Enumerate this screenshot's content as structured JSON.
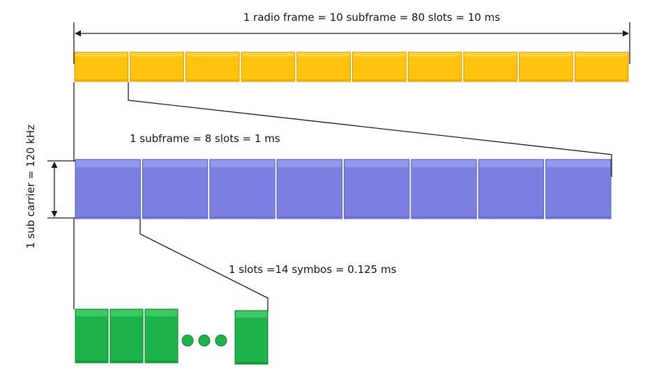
{
  "labels": {
    "radio_frame": "1 radio frame = 10 subframe = 80 slots = 10 ms",
    "subframe": "1 subframe = 8 slots = 1 ms",
    "slot": "1 slots =14 symbos = 0.125 ms",
    "subcarrier": "1 sub carrier = 120 kHz"
  },
  "counts": {
    "radio_frame_subframes": 10,
    "subframe_slots": 8,
    "slot_symbols_drawn_before_ellipsis": 3,
    "slot_symbols_drawn_after_ellipsis": 1,
    "ellipsis_dots": 3
  },
  "colors": {
    "subframe_fill": "#FFC20E",
    "subframe_top": "#FFD84A",
    "subframe_edge": "#D99A00",
    "slot_fill": "#7B7FE0",
    "slot_top": "#9A9DEB",
    "slot_edge": "#5A5EC0",
    "symbol_fill": "#1DB34A",
    "symbol_top": "#45CC6A",
    "symbol_edge": "#0E7F30",
    "dot_fill": "#23B14D",
    "line": "#1A1A1A",
    "text": "#111111"
  }
}
